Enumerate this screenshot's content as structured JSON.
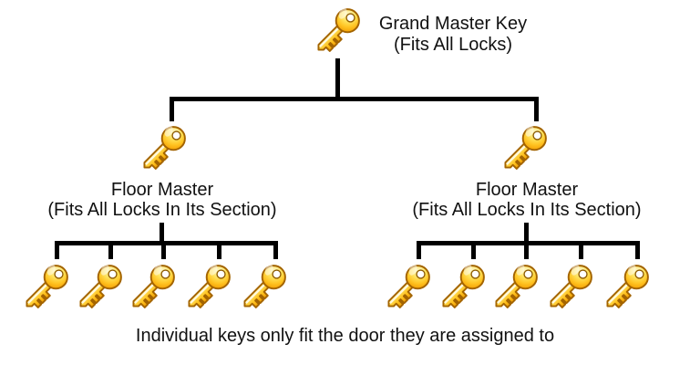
{
  "diagram": {
    "type": "tree-hierarchy",
    "root_key": {
      "icon": "key-icon",
      "label": "Grand Master Key",
      "sublabel": "(Fits All Locks)"
    },
    "floor_masters": [
      {
        "icon": "key-icon",
        "label": "Floor Master",
        "sublabel": "(Fits All Locks In Its Section)",
        "individual_key_count": 5
      },
      {
        "icon": "key-icon",
        "label": "Floor Master",
        "sublabel": "(Fits All Locks In Its Section)",
        "individual_key_count": 5
      }
    ],
    "caption": "Individual keys only fit the door they are assigned to",
    "colors": {
      "background": "#FFFFFF",
      "connector_line": "#000000",
      "text": "#111111",
      "key_highlight": "#FFF9D0",
      "key_gold": "#FFC423",
      "key_deep": "#F39C00",
      "key_outline": "#A36400",
      "key_hole": "#FFFFFF"
    }
  }
}
